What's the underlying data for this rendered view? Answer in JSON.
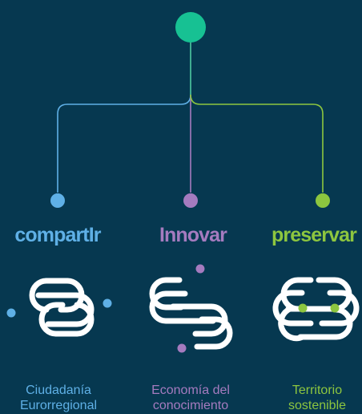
{
  "colors": {
    "background": "#063850",
    "root": "#17c193",
    "compartir": "#5fb0e6",
    "innovar": "#a57bbf",
    "preservar": "#8dc63f",
    "icon_stroke": "#ffffff"
  },
  "branches": [
    {
      "key": "compartir",
      "title": "compartIr",
      "caption_line1": "Ciudadanía",
      "caption_line2": "Eurorregional",
      "icon": "interlinked-loops-icon"
    },
    {
      "key": "innovar",
      "title": "Innovar",
      "caption_line1": "Economía del",
      "caption_line2": "conocimiento",
      "icon": "offset-loops-icon"
    },
    {
      "key": "preservar",
      "title": "preservar",
      "caption_line1": "Territorio",
      "caption_line2": "sostenible",
      "icon": "enclosed-loops-icon"
    }
  ]
}
